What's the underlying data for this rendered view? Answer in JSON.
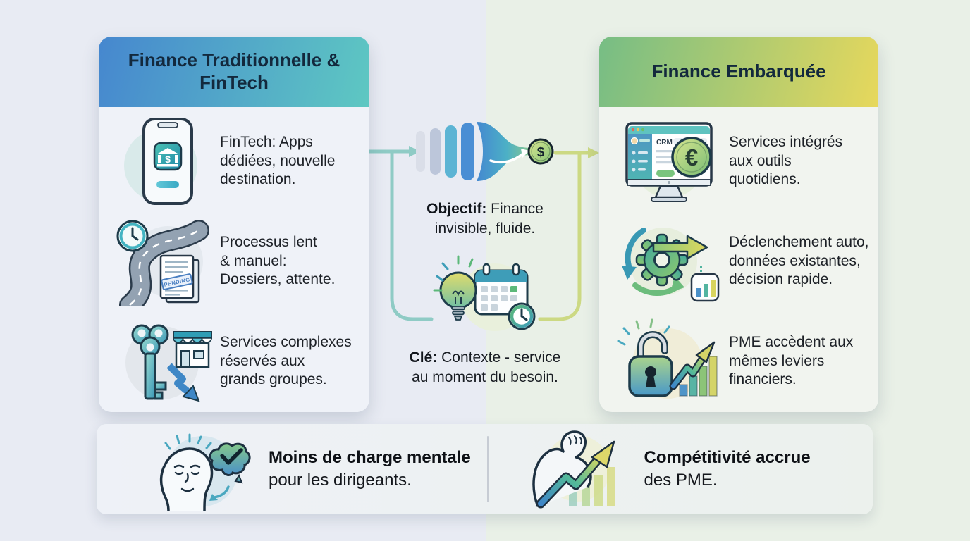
{
  "left_card": {
    "title": "Finance Traditionnelle & FinTech",
    "header_gradient": [
      "#4687cf",
      "#5ec8c2"
    ],
    "items": [
      {
        "icon": "phone-bank-app-icon",
        "text": "FinTech: Apps\ndédiées, nouvelle\ndestination."
      },
      {
        "icon": "winding-road-clock-documents-icon",
        "text": "Processus lent\n& manuel:\nDossiers, attente."
      },
      {
        "icon": "key-storefront-decline-arrow-icon",
        "text": "Services complexes\nréservés aux\ngrands groupes."
      }
    ]
  },
  "right_card": {
    "title": "Finance Embarquée",
    "header_gradient": [
      "#76bd85",
      "#e7d85c"
    ],
    "items": [
      {
        "icon": "crm-monitor-euro-coin-icon",
        "text": "Services intégrés\naux outils\nquotidiens."
      },
      {
        "icon": "gear-sync-arrows-chart-icon",
        "text": "Déclenchement auto,\ndonnées existantes,\ndécision rapide."
      },
      {
        "icon": "unlocked-padlock-growth-chart-icon",
        "text": "PME accèdent aux\nmêmes leviers\nfinanciers."
      }
    ]
  },
  "center": {
    "objective": {
      "label": "Objectif:",
      "text": " Finance\ninvisible, fluide."
    },
    "key": {
      "label": "Clé:",
      "text": " Contexte - service\nau moment du besoin."
    }
  },
  "footer": {
    "items": [
      {
        "icon": "calm-head-brain-check-icon",
        "bold": "Moins de charge mentale",
        "rest": "pour les dirigeants."
      },
      {
        "icon": "muscle-arm-growth-arrow-icon",
        "bold": "Compétitivité accrue",
        "rest": "des PME."
      }
    ]
  },
  "glyphs": {
    "dollar": "$",
    "euro": "€",
    "crm": "CRM",
    "pending": "PENDING"
  },
  "colors": {
    "bg_left": "#e8ebf3",
    "bg_right": "#e9f0e7",
    "connector_left": "#8fcbc5",
    "connector_right": "#ccd983",
    "header_text": "#13293d",
    "body_text": "#1d2127"
  }
}
